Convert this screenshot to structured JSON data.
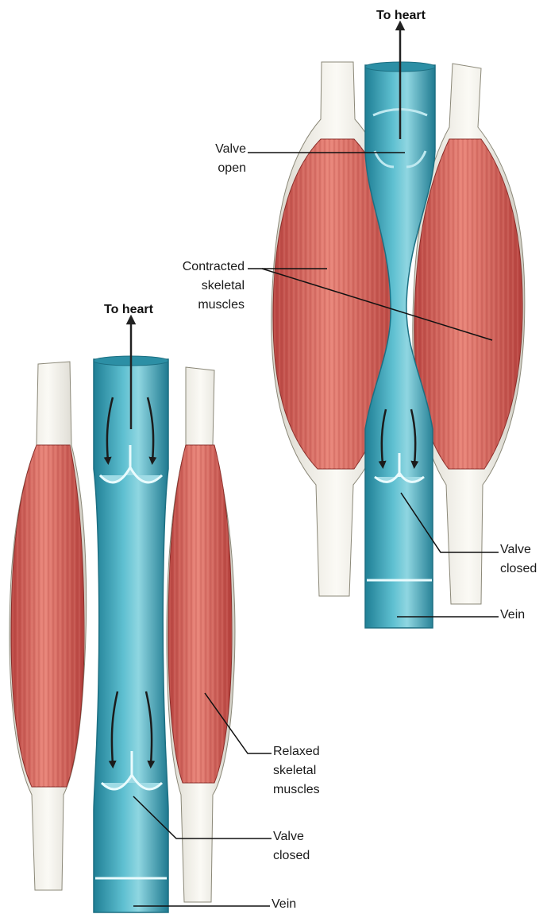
{
  "contracted": {
    "to_heart": "To heart",
    "valve_open": [
      "Valve",
      "open"
    ],
    "muscles": [
      "Contracted",
      "skeletal",
      "muscles"
    ],
    "valve_closed": [
      "Valve",
      "closed"
    ],
    "vein": "Vein"
  },
  "relaxed": {
    "to_heart": "To heart",
    "muscles": [
      "Relaxed",
      "skeletal",
      "muscles"
    ],
    "valve_closed": [
      "Valve",
      "closed"
    ],
    "vein": "Vein"
  },
  "colors": {
    "muscle": "#c8504a",
    "muscle_light": "#e8877a",
    "tendon": "#f2efe6",
    "vein": "#3fa3b8",
    "vein_light": "#8fd3df",
    "arrow": "#222222"
  }
}
